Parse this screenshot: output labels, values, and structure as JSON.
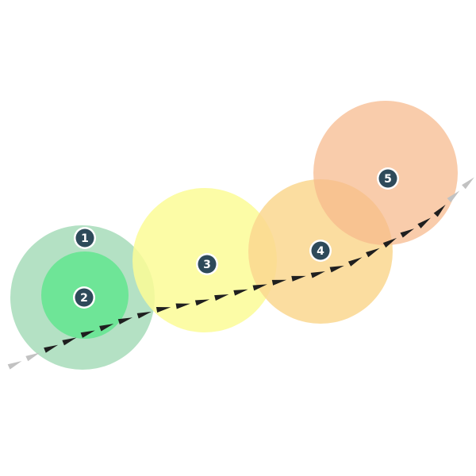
{
  "diagram": {
    "colors": {
      "zone_1": "#9fd9b4",
      "zone_2": "#61e58f",
      "zone_3": "#fcfc96",
      "zone_4": "#fad78f",
      "zone_5": "#f6b98b",
      "badge_fill": "#2e4a5a",
      "badge_ring": "#ffffff",
      "arrow": "#1f1f1f",
      "arrow_faded": "#c2c2c2"
    },
    "zones": [
      {
        "label": "1"
      },
      {
        "label": "2"
      },
      {
        "label": "3"
      },
      {
        "label": "4"
      },
      {
        "label": "5"
      }
    ]
  }
}
